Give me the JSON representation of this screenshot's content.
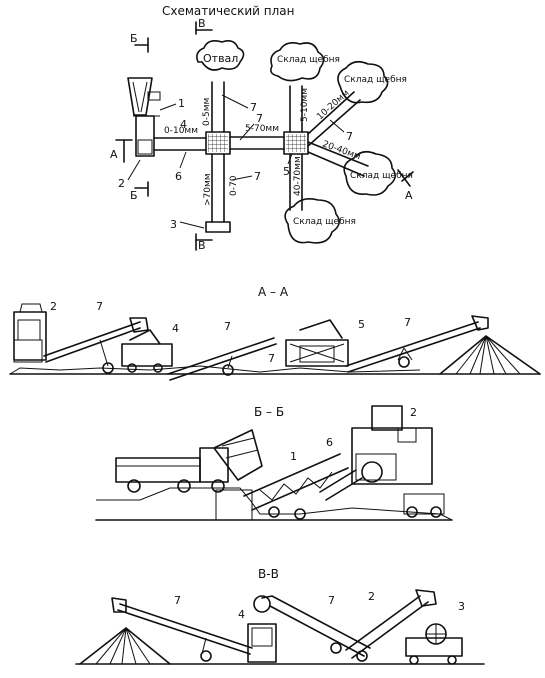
{
  "plan": {
    "title": "Схематический план",
    "destinations": {
      "dump": "Отвал",
      "store_top": "Склад щебня",
      "store_right_upper": "Склад щебня",
      "store_right_lower": "Склад щебня",
      "store_bottom": "Склад щебня"
    },
    "size_labels": {
      "s0_5": "0-5мм",
      "s0_10": "0-10мм",
      "s5_10": "5-10мм",
      "s5_70": "5-70мм",
      "s10_20": "10-20мм",
      "s20_40": "20-40мм",
      "s40_70": "40-70мм",
      "s_gt70": ">70мм",
      "s0_70": "0-70"
    },
    "callouts": [
      "1",
      "2",
      "3",
      "4",
      "5",
      "6",
      "7",
      "7",
      "7",
      "7"
    ],
    "section_marks": {
      "a": "А",
      "b": "Б",
      "v": "В"
    }
  },
  "sections": {
    "aa": {
      "title": "А – А",
      "callouts": [
        "2",
        "7",
        "4",
        "7",
        "5",
        "7",
        "7"
      ]
    },
    "bb": {
      "title": "Б – Б",
      "callouts": [
        "2",
        "6",
        "1"
      ]
    },
    "vv": {
      "title": "В-В",
      "callouts": [
        "7",
        "4",
        "7",
        "2",
        "3"
      ]
    }
  }
}
